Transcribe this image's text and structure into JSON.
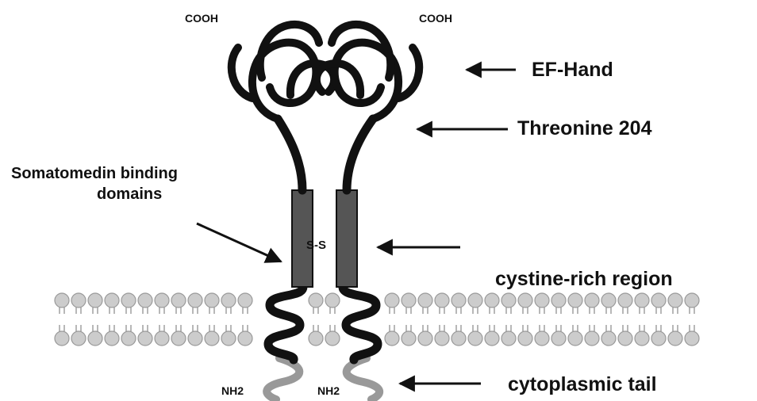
{
  "labels": {
    "cooh_left": "COOH",
    "cooh_right": "COOH",
    "ef_hand": "EF-Hand",
    "threonine": "Threonine 204",
    "somatomedin_line1": "Somatomedin binding",
    "somatomedin_line2": "domains",
    "disulfide": "S-S",
    "cystine": "cystine-rich region",
    "nh2_left": "NH2",
    "nh2_right": "NH2",
    "cytoplasmic": "cytoplasmic tail"
  },
  "colors": {
    "protein_chain": "#111111",
    "cytoplasmic_tail": "#999999",
    "transmembrane_box": "#555555",
    "lipid_head": "#cccccc",
    "lipid_outline": "#999999",
    "arrow": "#111111"
  }
}
